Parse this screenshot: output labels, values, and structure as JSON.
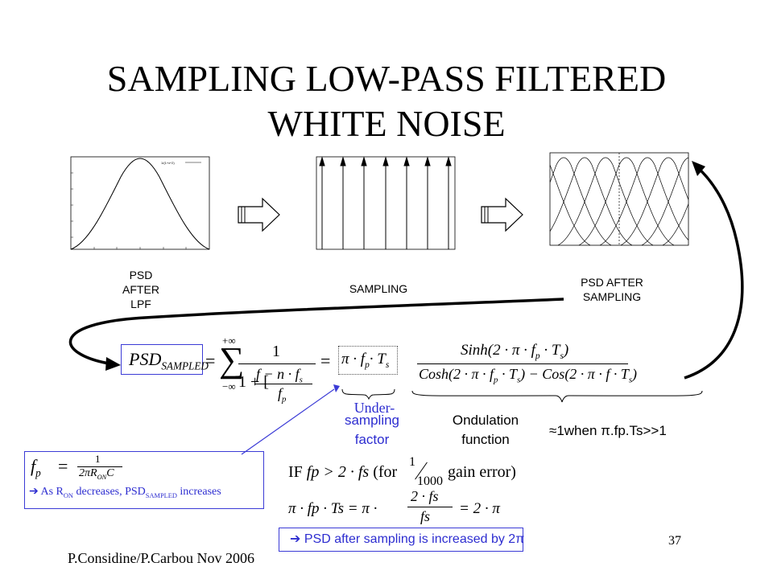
{
  "slide": {
    "title_line1": "SAMPLING LOW-PASS FILTERED",
    "title_line2": "WHITE NOISE",
    "footer": "P.Considine/P.Carbou Nov 2006",
    "page_number": "37"
  },
  "plots": {
    "psd_after_lpf": {
      "caption_1": "PSD",
      "caption_2": "AFTER",
      "caption_3": "LPF",
      "legend": "1/(1+x^2)"
    },
    "sampling": {
      "caption": "SAMPLING"
    },
    "psd_after_sampling": {
      "caption_1": "PSD  AFTER",
      "caption_2": "SAMPLING"
    }
  },
  "formula": {
    "lhs": "PSD",
    "lhs_sub": "SAMPLED",
    "sum_upper": "+∞",
    "sum_lower": "−∞",
    "frac_num": "1",
    "frac_den_term": "1 + [",
    "inner_num": "f − n · f",
    "inner_num_sub": "s",
    "inner_den": "f",
    "inner_den_sub": "p",
    "factor": "π · f",
    "factor_sub_p": "p",
    "factor_ts": "· T",
    "factor_sub_s": "s",
    "ond_num": "Sinh(2 · π · f",
    "ond_den_1": "Cosh(2 · π · f",
    "ond_den_2": "− Cos(2 · π · f · T",
    "ond_close": ")"
  },
  "labels": {
    "under_sampling_1": "Under-",
    "under_sampling_2": "sampling",
    "under_sampling_3": "factor",
    "ondulation_1": "Ondulation",
    "ondulation_2": "function",
    "approx": "≈1when π.fp.Ts>>1"
  },
  "fp_box": {
    "fp": "f",
    "fp_sub": "p",
    "eq": "=",
    "num": "1",
    "den": "2πR",
    "den_sub": "ON",
    "den_end": "C",
    "note_arrow": "➔",
    "note_text_1": "As R",
    "note_sub_1": "ON",
    "note_text_2": " decreases, PSD",
    "note_sub_2": "SAMPLED",
    "note_text_3": " increases"
  },
  "condition": {
    "if": "IF",
    "fp_gt": "fp > 2 · fs",
    "for_text": "(for",
    "frac_num": "1",
    "frac_den": "1000",
    "gain": "gain error)",
    "line2_lhs": "π · fp · Ts = π ·",
    "line2_num": "2 · fs",
    "line2_den": "fs",
    "line2_rhs": "= 2 · π"
  },
  "result_box": {
    "arrow": "➔",
    "text": "PSD after sampling is increased by 2π"
  }
}
